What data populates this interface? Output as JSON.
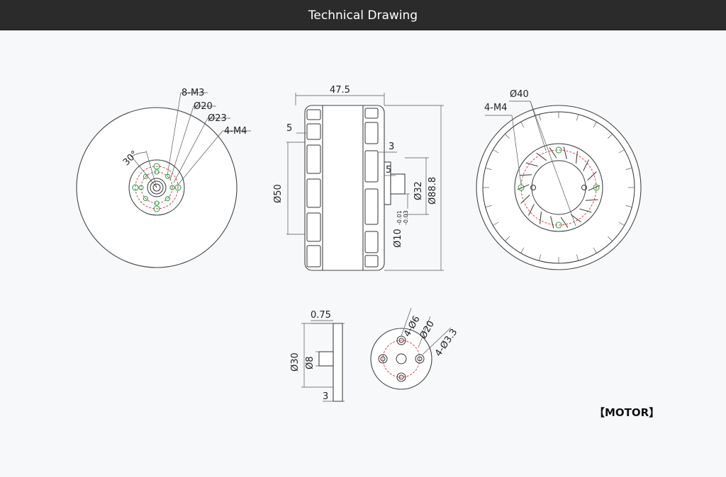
{
  "header": {
    "title": "Technical Drawing"
  },
  "front_view": {
    "labels": {
      "m3": "8-M3",
      "d20": "Ø20",
      "d23": "Ø23",
      "m4": "4-M4",
      "angle": "30°"
    }
  },
  "side_view": {
    "labels": {
      "width": "47.5",
      "five_a": "5",
      "three": "3",
      "five_b": "5",
      "d50": "Ø50",
      "d32": "Ø32",
      "d888": "Ø88.8",
      "d10": "Ø10",
      "tol_top": "-0.01",
      "tol_bot": "-0.03"
    }
  },
  "rear_view": {
    "labels": {
      "d40": "Ø40",
      "m4": "4-M4"
    }
  },
  "adapter_side": {
    "labels": {
      "t075": "0.75",
      "d30": "Ø30",
      "d8": "Ø8",
      "three": "3"
    }
  },
  "adapter_front": {
    "labels": {
      "d6": "4-Ø6",
      "d20": "Ø20",
      "d33": "4-Ø3.3"
    }
  },
  "footer": {
    "tag": "【MOTOR】"
  }
}
